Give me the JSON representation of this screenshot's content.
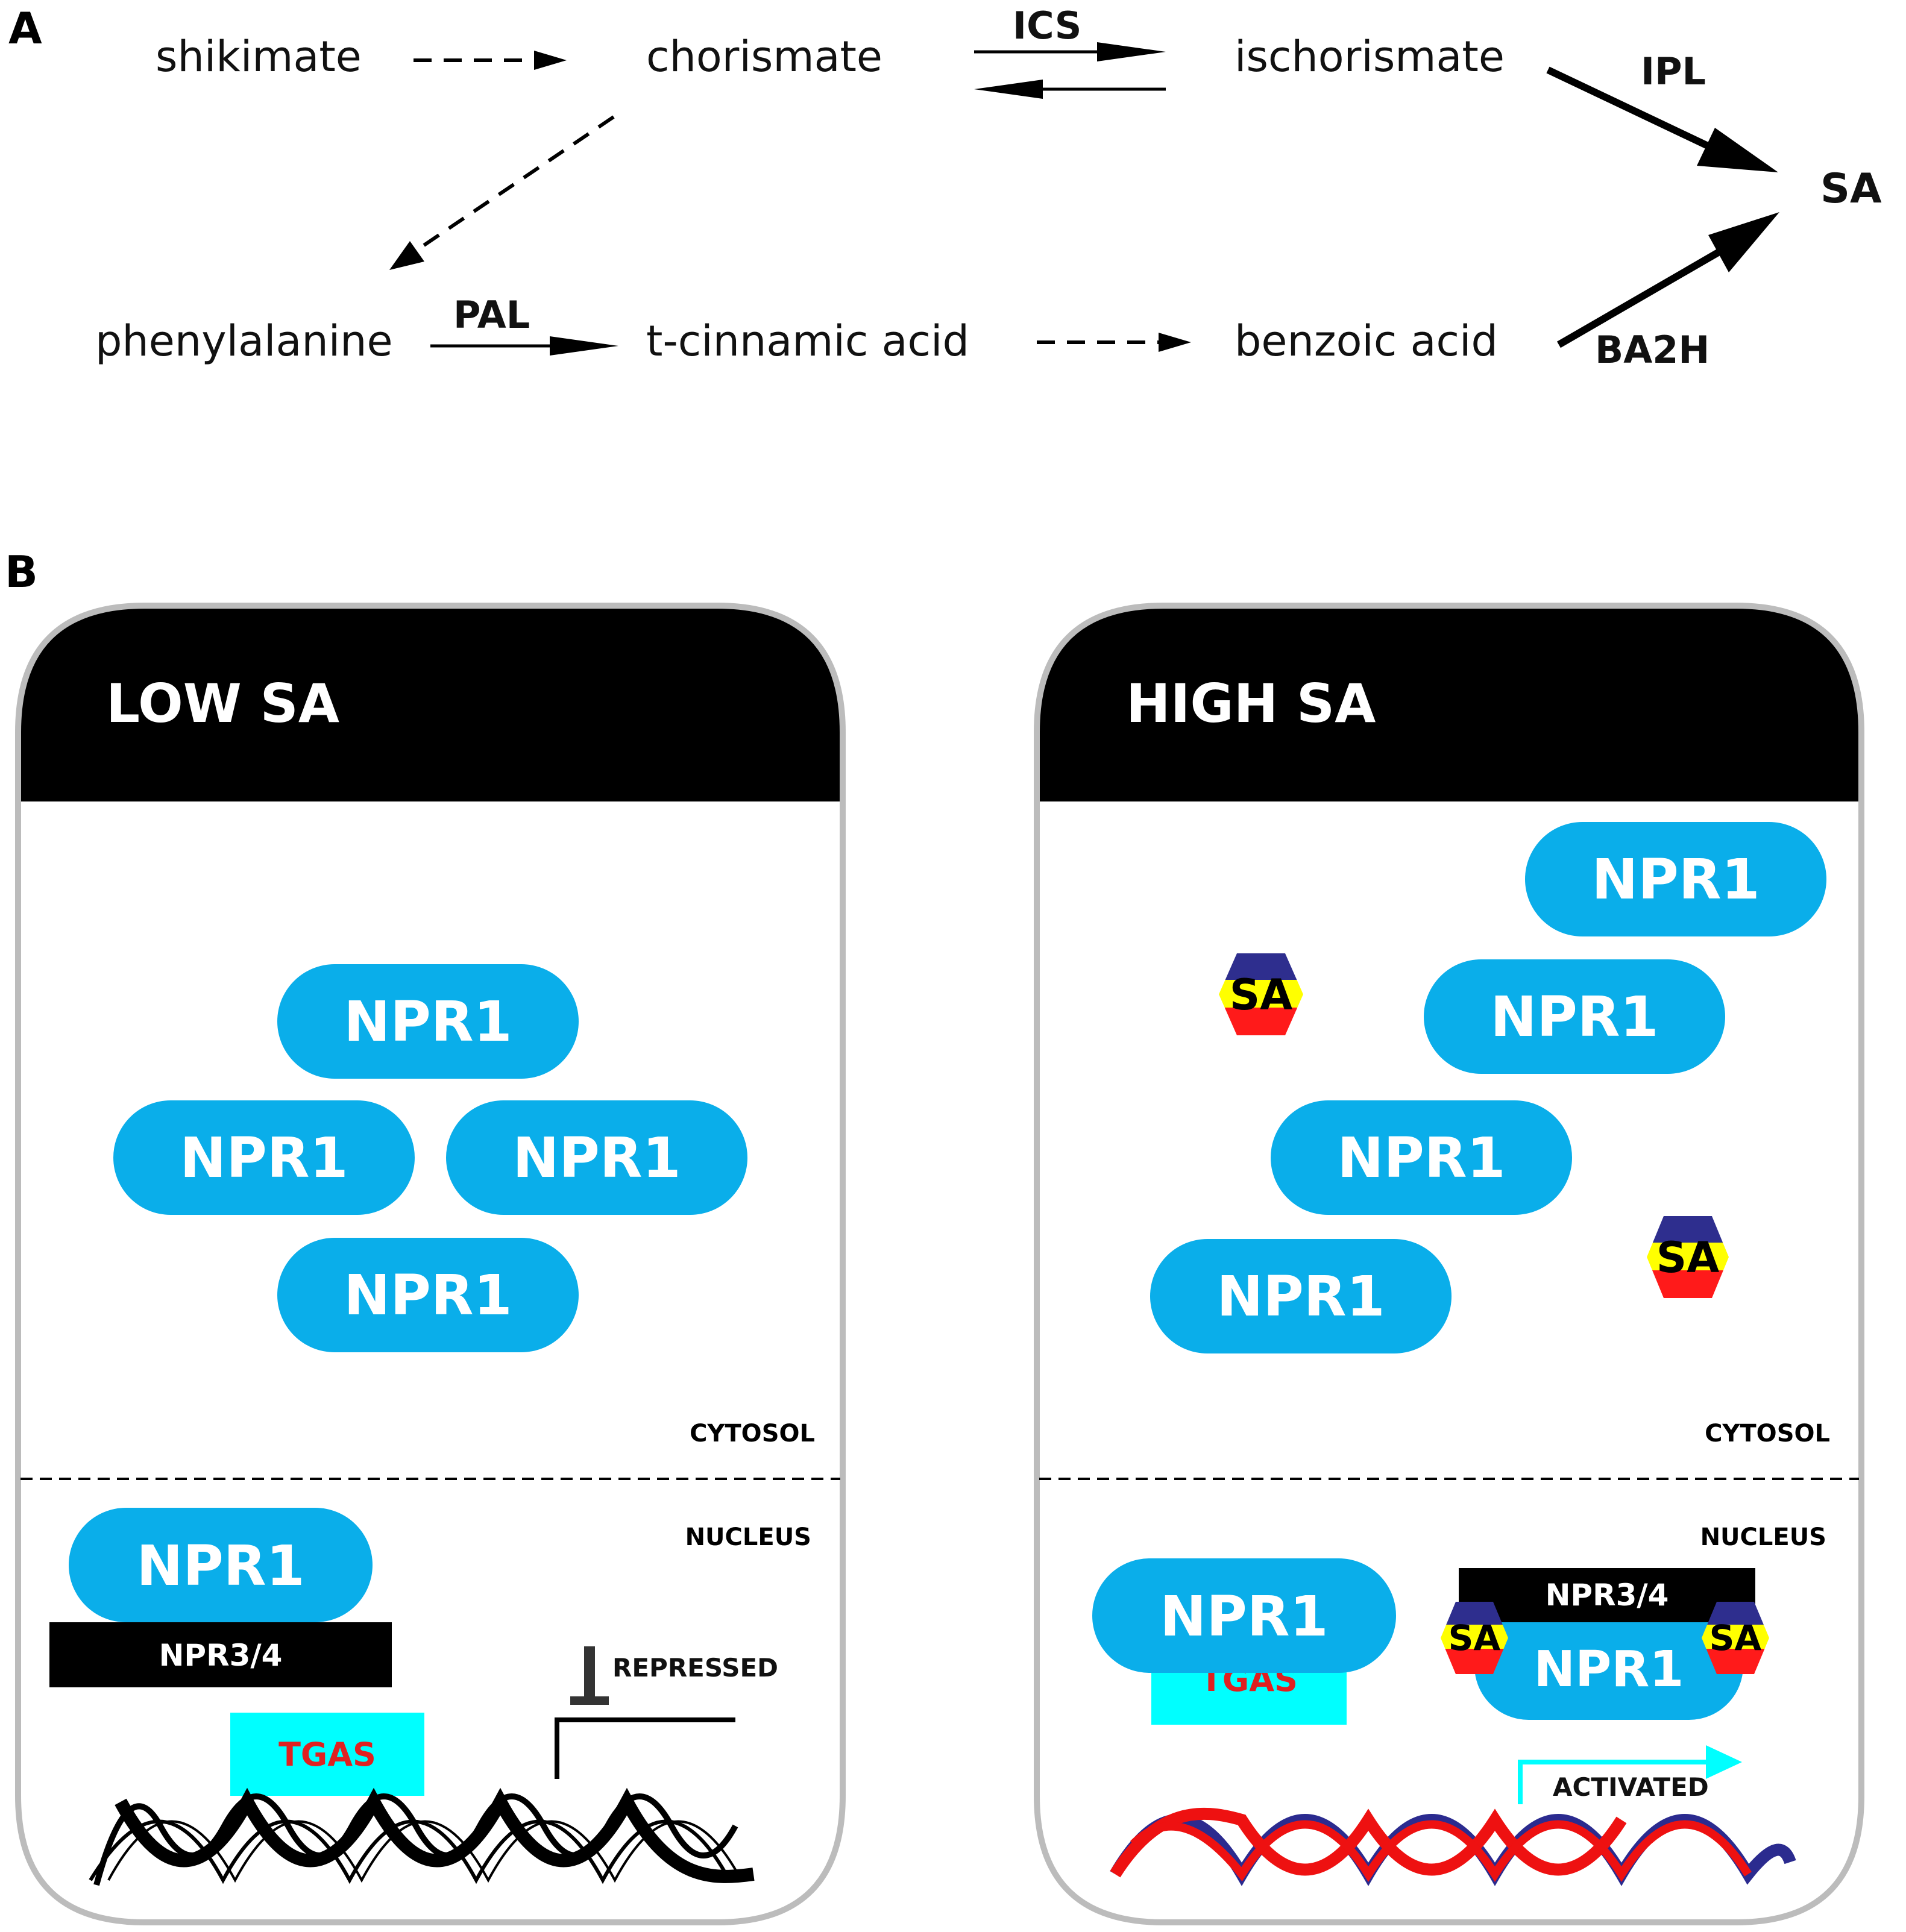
{
  "panel_a": {
    "label": "A",
    "compounds": {
      "shikimate": "shikimate",
      "chorismate": "chorismate",
      "ischorismate": "ischorismate",
      "sa": "SA",
      "phenylalanine": "phenylalanine",
      "t_cinnamic_acid": "t-cinnamic acid",
      "benzoic_acid": "benzoic acid"
    },
    "enzymes": {
      "ics": "ICS",
      "ipl": "IPL",
      "pal": "PAL",
      "ba2h": "BA2H"
    }
  },
  "panel_b": {
    "label": "B",
    "low": {
      "title": "LOW SA",
      "cytosol_label": "CYTOSOL",
      "nucleus_label": "NUCLEUS",
      "npr1": [
        "NPR1",
        "NPR1",
        "NPR1",
        "NPR1"
      ],
      "nuclear_npr1": "NPR1",
      "npr34": "NPR3/4",
      "tgas": "TGAS",
      "state": "REPRESSED"
    },
    "high": {
      "title": "HIGH SA",
      "cytosol_label": "CYTOSOL",
      "nucleus_label": "NUCLEUS",
      "npr1": [
        "NPR1",
        "NPR1",
        "NPR1",
        "NPR1"
      ],
      "sa_molecules": [
        "SA",
        "SA"
      ],
      "nuclear_npr1_tgas": "NPR1",
      "tgas": "TGAS",
      "npr34": "NPR3/4",
      "bound_npr1": "NPR1",
      "bound_sa": [
        "SA",
        "SA"
      ],
      "state": "ACTIVATED"
    }
  },
  "colors": {
    "npr1_blue": "#0aaeea",
    "tgas_cyan": "#00ffff",
    "tgas_text": "#e02020",
    "sa_blue": "#2e2e8e",
    "sa_yellow": "#ffff00",
    "sa_red": "#ff1a1a",
    "dna_red": "#ee1111",
    "dna_blue": "#2b2b8f",
    "activated_arrow": "#00ffff"
  }
}
